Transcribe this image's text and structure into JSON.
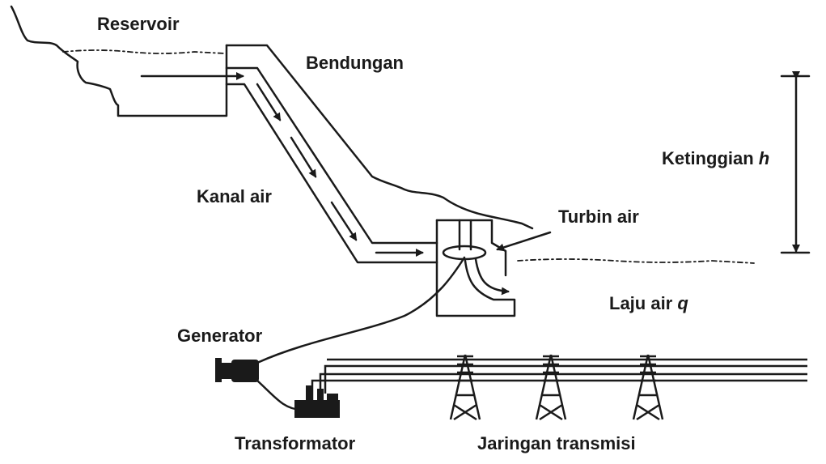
{
  "labels": {
    "reservoir": "Reservoir",
    "dam": "Bendungan",
    "height": "Ketinggian",
    "height_var": "h",
    "penstock": "Kanal air",
    "turbine": "Turbin air",
    "flow": "Laju air",
    "flow_var": "q",
    "generator": "Generator",
    "transformer": "Transformator",
    "grid": "Jaringan transmisi"
  },
  "colors": {
    "ink": "#1a1a1a",
    "background": "#ffffff"
  }
}
